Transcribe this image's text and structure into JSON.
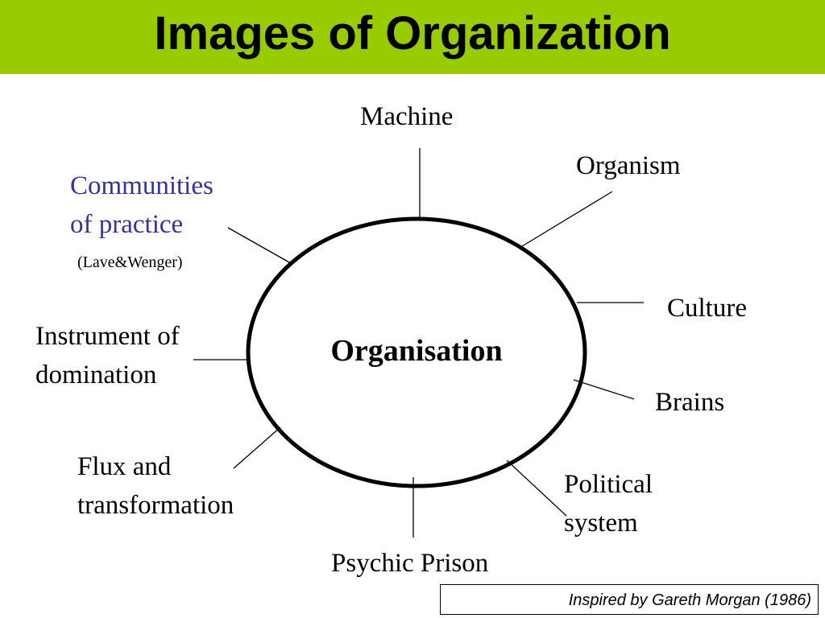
{
  "title": "Images of Organization",
  "center_label": "Organisation",
  "labels": {
    "machine": "Machine",
    "organism": "Organism",
    "culture": "Culture",
    "brains": "Brains",
    "political_line1": "Political",
    "political_line2": "system",
    "psychic_prison": "Psychic Prison",
    "flux_line1": "Flux and",
    "flux_line2": "transformation",
    "instrument_line1": "Instrument of",
    "instrument_line2": "domination",
    "communities_line1": "Communities",
    "communities_line2": "of practice",
    "communities_ref": "(Lave&Wenger)"
  },
  "credit": "Inspired by Gareth Morgan (1986)",
  "colors": {
    "title_bar": "#99cc00",
    "communities_text": "#333399"
  }
}
